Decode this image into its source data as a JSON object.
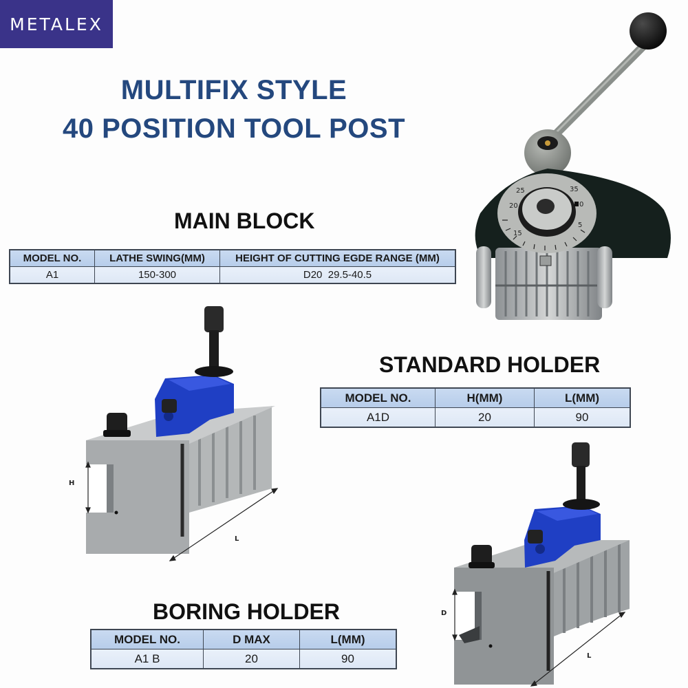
{
  "brand": {
    "logo_text": "METALEX",
    "logo_bg_color": "#3a3389"
  },
  "header": {
    "title_line1": "MULTIFIX STYLE",
    "title_line2": "40 POSITION TOOL POST",
    "title_color": "#24487e"
  },
  "main_block": {
    "heading": "MAIN BLOCK",
    "columns": [
      "MODEL NO.",
      "LATHE SWING(MM)",
      "HEIGHT OF CUTTING EGDE RANGE (MM)"
    ],
    "rows": [
      [
        "A1",
        "150-300",
        "D20  29.5-40.5"
      ]
    ]
  },
  "standard_holder": {
    "heading": "STANDARD HOLDER",
    "columns": [
      "MODEL NO.",
      "H(MM)",
      "L(MM)"
    ],
    "rows": [
      [
        "A1D",
        "20",
        "90"
      ]
    ],
    "image_labels": {
      "height": "H",
      "length": "L"
    }
  },
  "boring_holder": {
    "heading": "BORING HOLDER",
    "columns": [
      "MODEL NO.",
      "D MAX",
      "L(MM)"
    ],
    "rows": [
      [
        "A1 B",
        "20",
        "90"
      ]
    ],
    "image_labels": {
      "depth": "D",
      "length": "L"
    }
  },
  "tool_post_image": {
    "dial_numbers": [
      "25",
      "35",
      "0",
      "5",
      "15",
      "20"
    ]
  },
  "colors": {
    "table_header_bg": "#c1d4ee",
    "table_body_bg": "#e3ebf7",
    "table_border": "#3e4652",
    "clamp_blue": "#1f3fc4",
    "steel_gray": "#a9adb0"
  }
}
